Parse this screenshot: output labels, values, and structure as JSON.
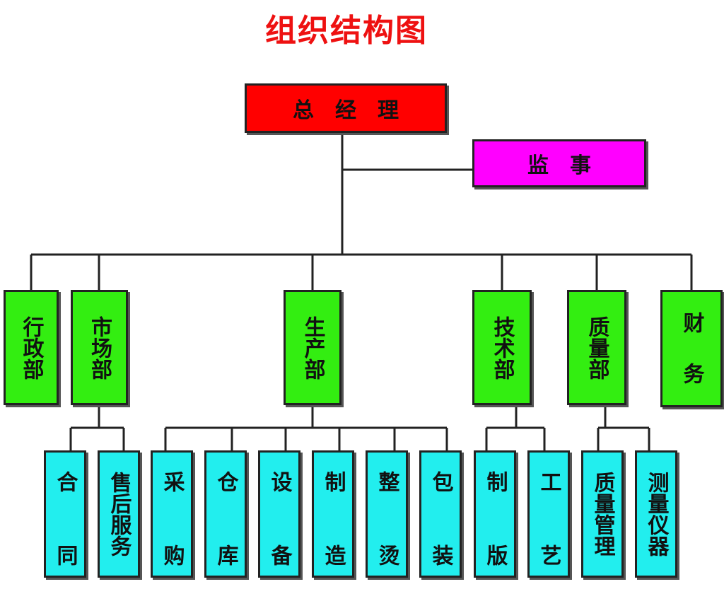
{
  "title": "组织结构图",
  "general_manager": "总　经　理",
  "supervisor": "监　事",
  "departments": {
    "admin": "行政部",
    "market": "市场部",
    "production": "生产部",
    "tech": "技术部",
    "quality": "质量部",
    "finance": [
      "财",
      "务"
    ]
  },
  "sub_units": {
    "contract": [
      "合",
      "同"
    ],
    "after_sales": "售后服务",
    "purchasing": [
      "采",
      "购"
    ],
    "warehouse": [
      "仓",
      "库"
    ],
    "equipment": [
      "设",
      "备"
    ],
    "manufacturing": [
      "制",
      "造"
    ],
    "ironing": [
      "整",
      "烫"
    ],
    "packaging": [
      "包",
      "装"
    ],
    "pattern": [
      "制",
      "版"
    ],
    "process": [
      "工",
      "艺"
    ],
    "quality_mgmt": "质量管理",
    "instruments": "测量仪器"
  },
  "colors": {
    "title": "#ee1111",
    "general_manager": "#ff0000",
    "supervisor": "#ff00ff",
    "department": "#33ee11",
    "sub_unit": "#22eeee",
    "line": "#222222"
  }
}
